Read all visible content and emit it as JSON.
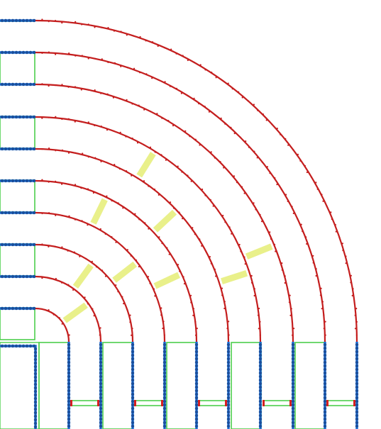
{
  "diagram": {
    "kind": "concentric quarter-circle track layout",
    "ring_count": 10,
    "colors": {
      "background": "#ffffff",
      "arc": "#c41e1e",
      "arc_dots": "#c41e1e",
      "blue_lead": "#1d6fd6",
      "blue_lead_dark": "#1a4f9c",
      "green_outline": "#4ccf4c",
      "yellow_bar": "#e9f08a",
      "red_marker": "#d62020"
    },
    "rings": [
      {
        "name": "ring-1",
        "has_blue_lead": true
      },
      {
        "name": "ring-2",
        "has_blue_lead": true
      },
      {
        "name": "ring-3",
        "has_blue_lead": true
      },
      {
        "name": "ring-4",
        "has_blue_lead": true
      },
      {
        "name": "ring-5",
        "has_blue_lead": true
      },
      {
        "name": "ring-6",
        "has_blue_lead": true
      },
      {
        "name": "ring-7",
        "has_blue_lead": true
      },
      {
        "name": "ring-8",
        "has_blue_lead": true
      },
      {
        "name": "ring-9",
        "has_blue_lead": true
      },
      {
        "name": "ring-10",
        "has_blue_lead": true
      }
    ],
    "crossbar_count": 9,
    "bottom_groups": 5
  }
}
